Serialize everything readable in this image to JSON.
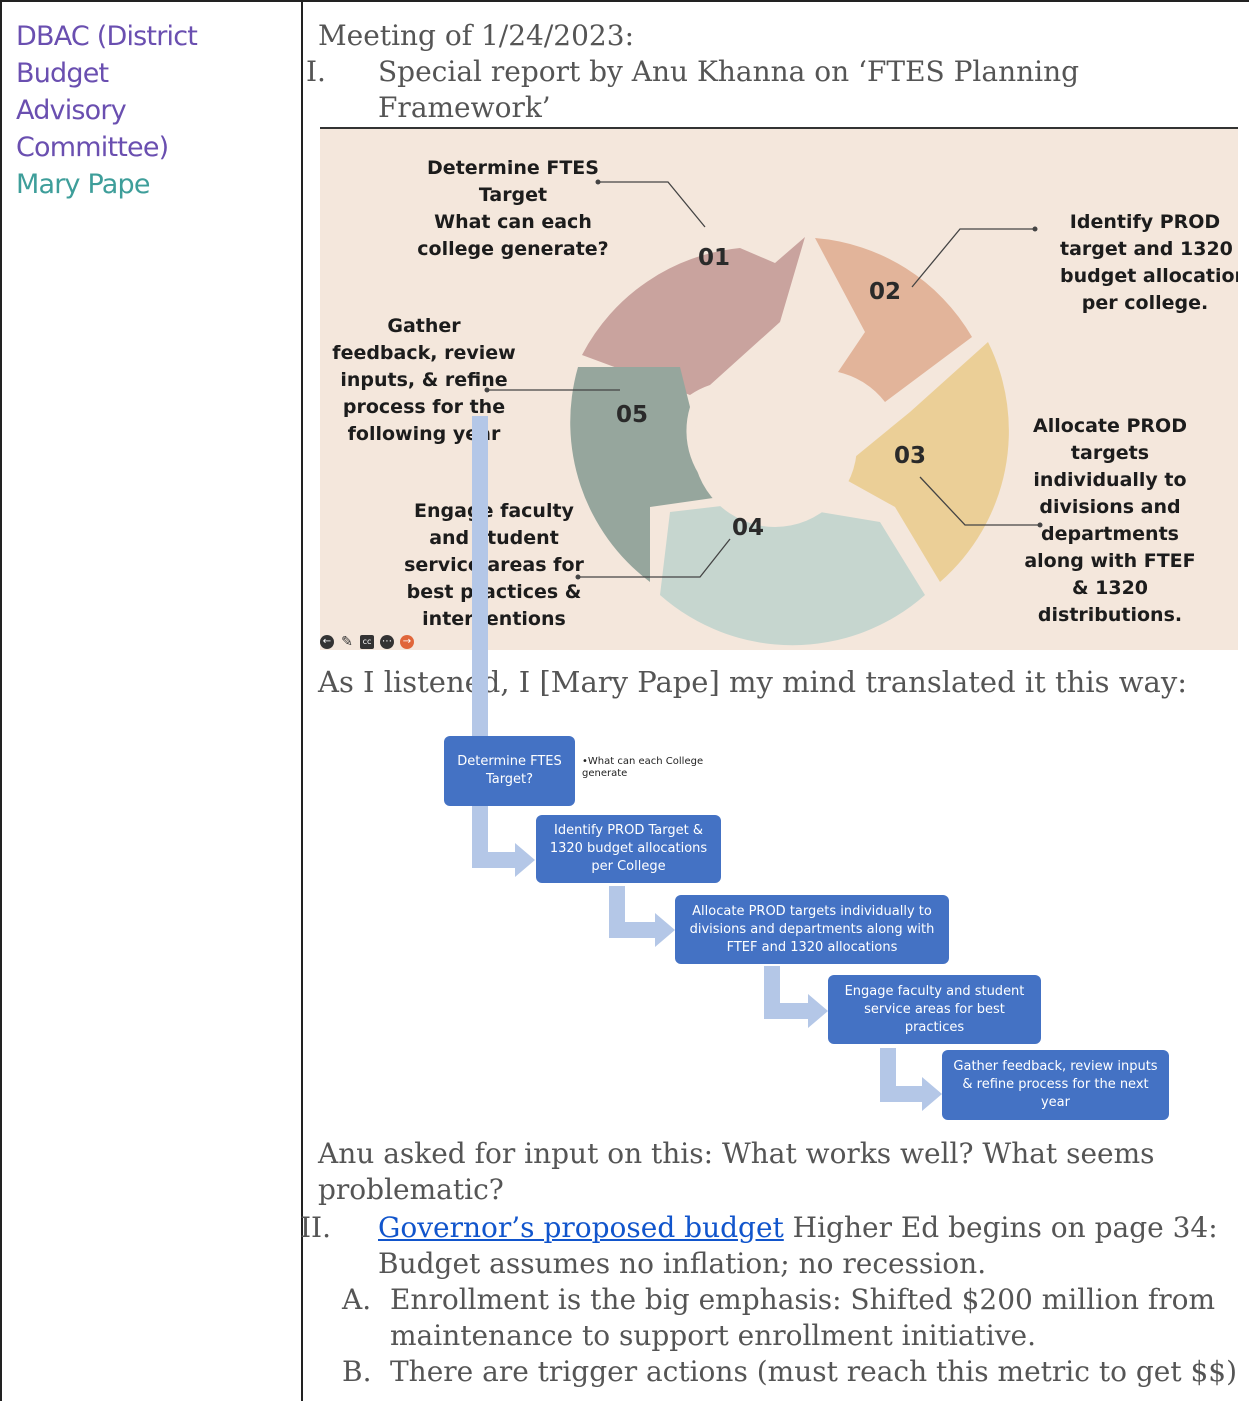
{
  "left_cell": {
    "title_line1": "DBAC (District Budget",
    "title_line2": "Advisory Committee)",
    "name": "Mary Pape"
  },
  "meeting": {
    "heading": "Meeting of 1/24/2023:",
    "item1_marker": "I.",
    "item1_line1": "Special report by Anu Khanna on ‘FTES Planning",
    "item1_line2": "Framework’"
  },
  "slide": {
    "step1_lines": [
      "Determine FTES",
      "Target",
      "What can each",
      "college generate?"
    ],
    "step2_lines": [
      "Identify PROD",
      "target and 1320",
      "budget allocations",
      "per college."
    ],
    "step3_lines": [
      "Allocate PROD",
      "targets",
      "individually to",
      "divisions and",
      "departments",
      "along with FTEF",
      "& 1320",
      "distributions."
    ],
    "step4_lines": [
      "Engage faculty",
      "and student",
      "service areas for",
      "best practices &",
      "interventions"
    ],
    "step5_lines": [
      "Gather",
      "feedback, review",
      "inputs, & refine",
      "process for the",
      "following year"
    ],
    "num1": "01",
    "num2": "02",
    "num3": "03",
    "num4": "04",
    "num5": "05",
    "colors": {
      "seg1": "#c9a39e",
      "seg2": "#e2b49a",
      "seg3": "#ebcf97",
      "seg4": "#c6d6cf",
      "seg5": "#96a69d",
      "bg": "#f4e7dc"
    },
    "toolbar_icons": [
      "back-arrow-icon",
      "pen-icon",
      "captions-icon",
      "more-icon",
      "forward-arrow-icon"
    ]
  },
  "translation": {
    "intro": "As I listened, I [Mary Pape] my mind translated it this way:",
    "bullet_note": "•What can each College generate",
    "box1": "Determine FTES Target?",
    "box2": "Identify PROD Target & 1320 budget allocations per College",
    "box3": "Allocate PROD targets individually to divisions and departments along with FTEF and 1320 allocations",
    "box4": "Engage faculty and student service areas for best practices",
    "box5": "Gather feedback, review inputs & refine process for the next year",
    "box_color": "#4472c4",
    "arrow_color": "#b4c7e7"
  },
  "input_request": {
    "line1": "Anu asked for input on this: What works well? What seems",
    "line2": "problematic?"
  },
  "item2": {
    "marker": "II.",
    "link_text": "Governor’s proposed budget",
    "line1_rest": " Higher Ed begins on page 34:",
    "line2": "Budget assumes no inflation; no recession.",
    "subA_marker": "A.",
    "subA_line1": "Enrollment is the big emphasis: Shifted $200 million from",
    "subA_line2": "maintenance to support enrollment initiative.",
    "subB_marker": "B.",
    "subB_line1": "There are trigger actions (must reach this metric to get $$)"
  }
}
